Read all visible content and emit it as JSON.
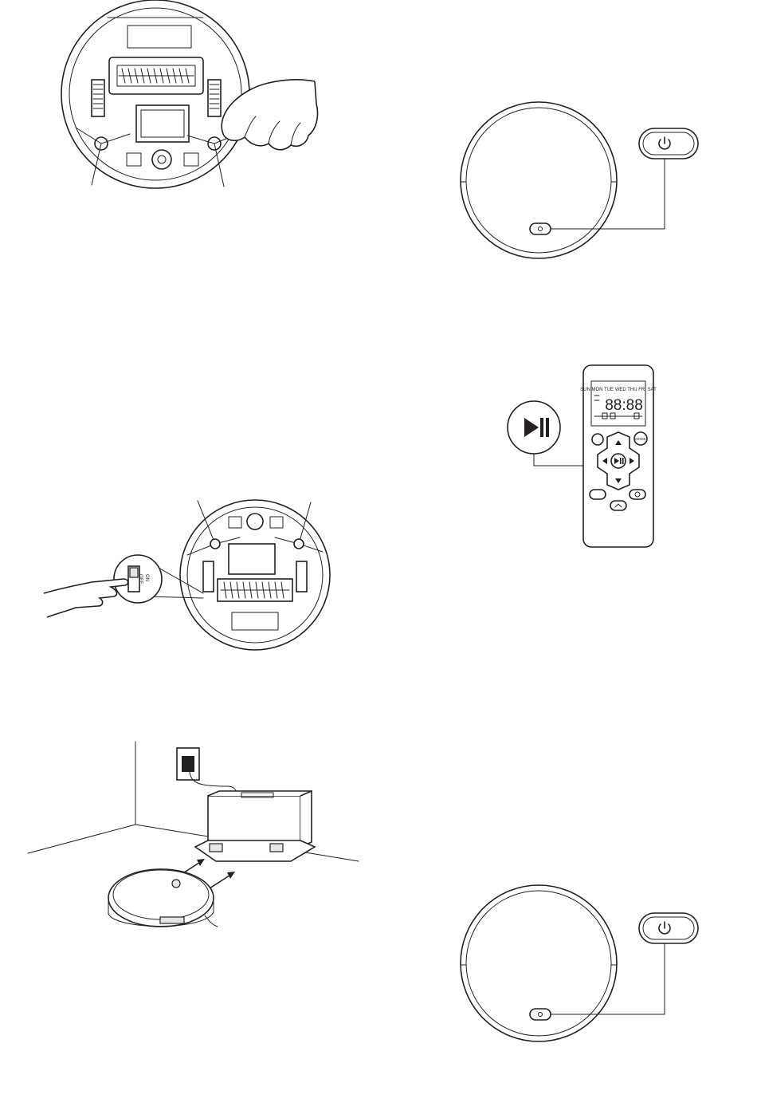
{
  "remote": {
    "days": "SUN MON TUE WED THU FRI SAT",
    "time": "88:88",
    "mode_label": "MODE"
  },
  "switch": {
    "on_label": "ON",
    "off_label": "OFF"
  }
}
